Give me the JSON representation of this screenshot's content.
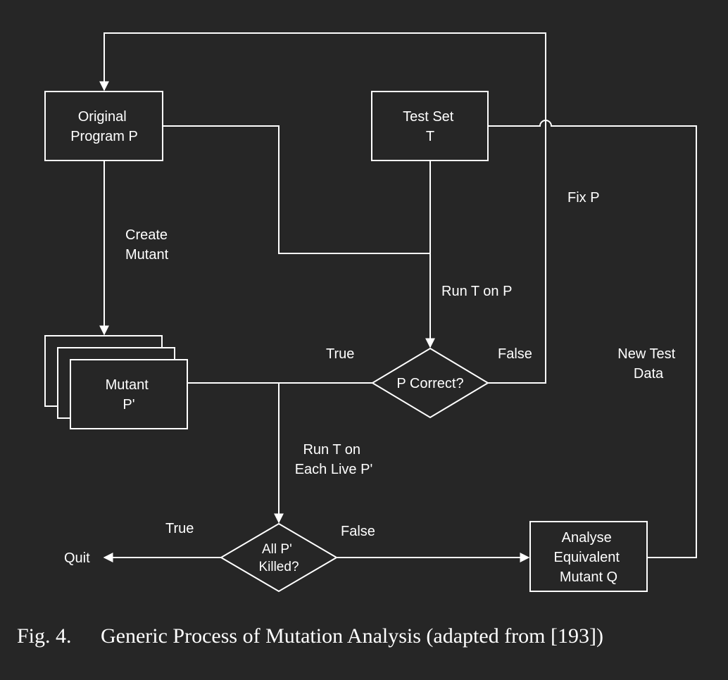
{
  "nodes": {
    "original_program": {
      "lines": [
        "Original",
        "Program P"
      ]
    },
    "test_set": {
      "lines": [
        "Test Set",
        "T"
      ]
    },
    "mutant": {
      "lines": [
        "Mutant",
        "P'"
      ]
    },
    "p_correct": {
      "lines": [
        "P Correct?"
      ]
    },
    "all_killed": {
      "lines": [
        "All P'",
        "Killed?"
      ]
    },
    "analyse_equivalent": {
      "lines": [
        "Analyse",
        "Equivalent",
        "Mutant Q"
      ]
    }
  },
  "edge_labels": {
    "create_mutant": [
      "Create",
      "Mutant"
    ],
    "run_t_on_p": "Run T on P",
    "fix_p": "Fix P",
    "true_correct": "True",
    "false_correct": "False",
    "new_test_data": [
      "New Test",
      "Data"
    ],
    "run_t_each": [
      "Run T on",
      "Each Live P'"
    ],
    "true_killed": "True",
    "false_killed": "False",
    "quit": "Quit"
  },
  "caption": {
    "figure_number": "Fig. 4.",
    "text": "Generic Process of Mutation Analysis (adapted from [193])"
  },
  "colors": {
    "background": "#262626",
    "stroke": "#ffffff",
    "text": "#ffffff"
  }
}
